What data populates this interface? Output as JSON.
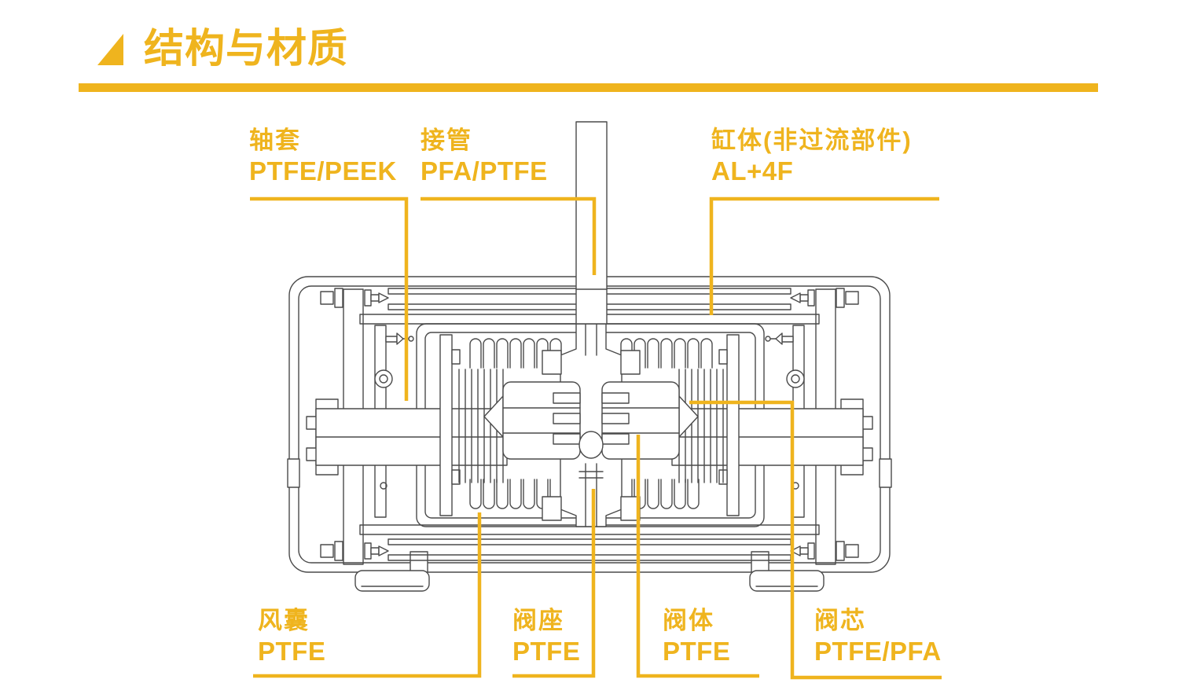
{
  "page": {
    "background_color": "#ffffff",
    "accent_color": "#EFB41E",
    "line_color": "#4a4a4a"
  },
  "header": {
    "title": "结构与材质",
    "marker_icon": "corner-triangle-icon"
  },
  "diagram": {
    "description_icon": "valve-cross-section-drawing",
    "labels": {
      "top": [
        {
          "name": "轴套",
          "material": "PTFE/PEEK"
        },
        {
          "name": "接管",
          "material": "PFA/PTFE"
        },
        {
          "name": "缸体(非过流部件)",
          "material": "AL+4F"
        }
      ],
      "bottom": [
        {
          "name": "风囊",
          "material": "PTFE"
        },
        {
          "name": "阀座",
          "material": "PTFE"
        },
        {
          "name": "阀体",
          "material": "PTFE"
        },
        {
          "name": "阀芯",
          "material": "PTFE/PFA"
        }
      ]
    }
  }
}
